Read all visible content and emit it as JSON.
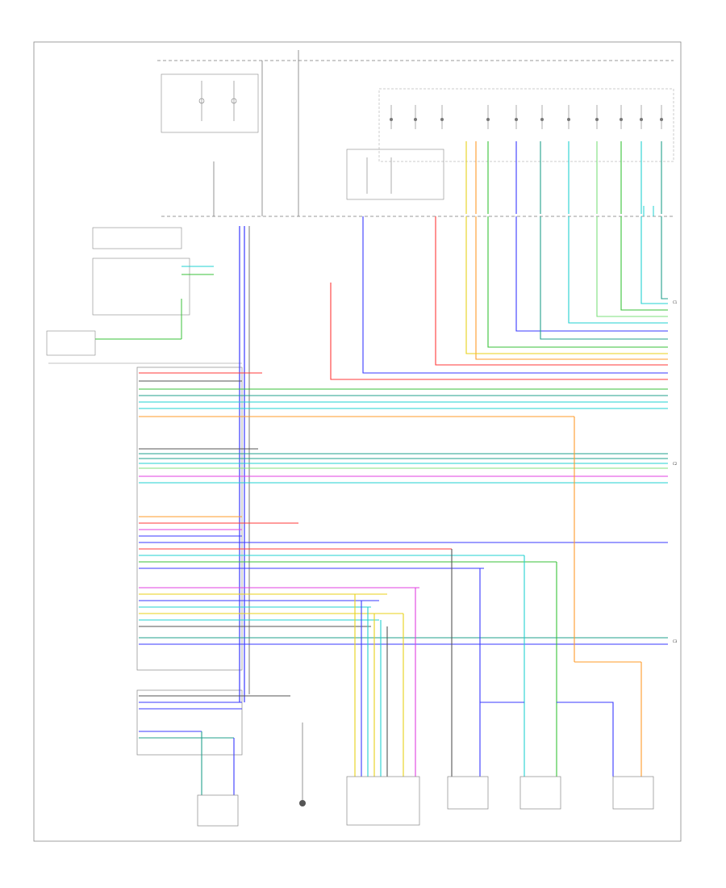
{
  "diagram": {
    "connector_labels": [
      "C1",
      "C2",
      "C3"
    ],
    "wire_colors": {
      "red": "#ff3a3a",
      "green": "#3ac23a",
      "blue": "#3a3aff",
      "cyan": "#22d0d0",
      "yellow": "#e8d21a",
      "orange": "#ff9b2a",
      "magenta": "#e040e0",
      "teal": "#22a08c",
      "gray": "#555555",
      "lightgreen": "#7ee07e"
    }
  }
}
